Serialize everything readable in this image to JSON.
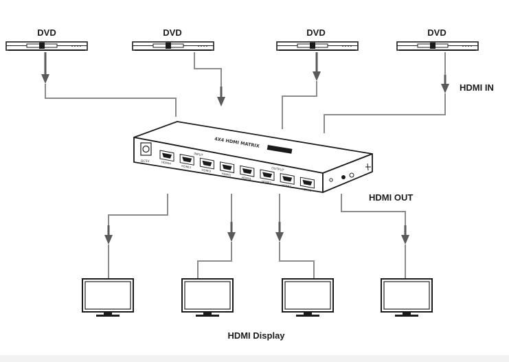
{
  "sources": {
    "dvd_1": "DVD",
    "dvd_2": "DVD",
    "dvd_3": "DVD",
    "dvd_4": "DVD"
  },
  "labels": {
    "hdmi_in": "HDMI IN",
    "hdmi_out": "HDMI OUT",
    "hdmi_display": "HDMI Display"
  },
  "matrix": {
    "title": "4X4 HDMI MATRIX",
    "dc_label": "DC5V",
    "input_group": "INPUT",
    "output_group": "OUTPUT",
    "inputs": [
      "HDMI4",
      "HDMI3",
      "HDMI2",
      "HDMI1"
    ],
    "outputs": [
      "HDMI4",
      "HDMI3",
      "HDMI2",
      "HDMI1"
    ]
  },
  "colors": {
    "device_stroke": "#1a1a1a",
    "wire": "#8a8a8a",
    "arrow": "#5a5a5a"
  }
}
